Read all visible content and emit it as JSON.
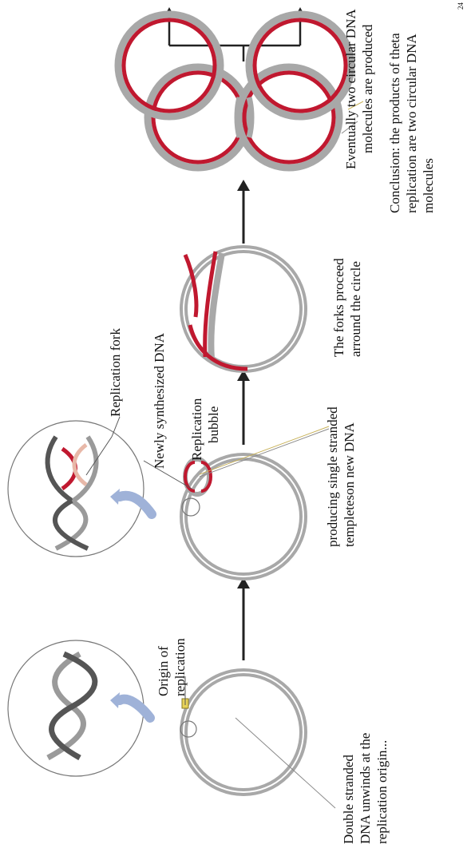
{
  "labels": {
    "step1": [
      "Double stranded",
      "DNA unwinds at the",
      "replication origin..."
    ],
    "origin": [
      "Origin of",
      "replication"
    ],
    "step2": [
      "producing single stranded",
      "templeteson new DNA"
    ],
    "newly": "Newly synthesized DNA",
    "fork": "Replication fork",
    "bubble": [
      "Replication",
      "bubble"
    ],
    "step3": [
      "The forks proceed",
      "arround the circle"
    ],
    "step4": [
      "Conclusion: the products of theta",
      "replication are two circular DNA",
      "molecules"
    ],
    "step5": [
      "Eventually two circular DNA",
      "molecules are produced"
    ],
    "corner": "24"
  },
  "colors": {
    "template_strand": "#a8a8a8",
    "new_strand": "#c0182f",
    "arrow": "#222222",
    "callout": "#8a8a8a",
    "pointer_arrow": "#9fb2d8"
  }
}
